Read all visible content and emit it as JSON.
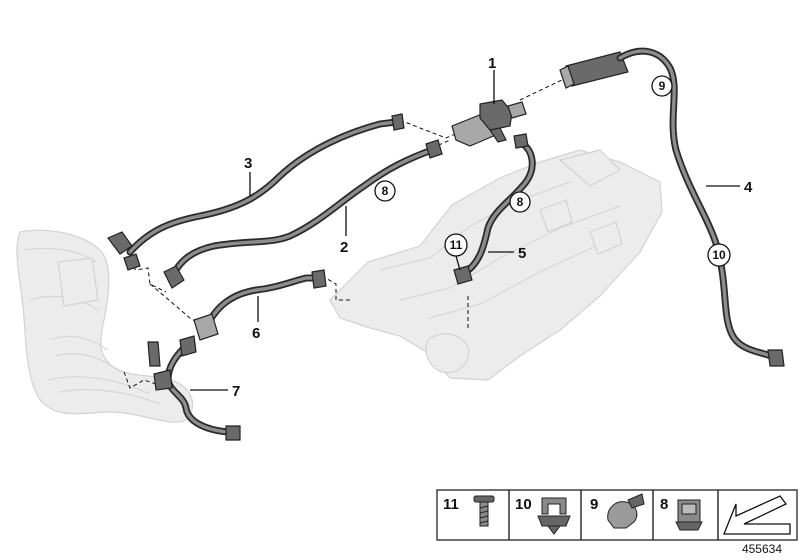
{
  "callouts": {
    "c1": "1",
    "c2": "2",
    "c3": "3",
    "c4": "4",
    "c5": "5",
    "c6": "6",
    "c7": "7"
  },
  "circled": {
    "r8a": "8",
    "r8b": "8",
    "r9": "9",
    "r10": "10",
    "r11": "11"
  },
  "legend": [
    {
      "num": "11",
      "icon": "screw-icon"
    },
    {
      "num": "10",
      "icon": "hose-clip-icon"
    },
    {
      "num": "9",
      "icon": "hose-clamp-icon"
    },
    {
      "num": "8",
      "icon": "retaining-clip-icon"
    },
    {
      "num": "",
      "icon": "direction-arrow-icon"
    }
  ],
  "document_number": "455634",
  "colors": {
    "hose": "#2b2b2b",
    "ghost": "#ececec",
    "line": "#111111"
  }
}
